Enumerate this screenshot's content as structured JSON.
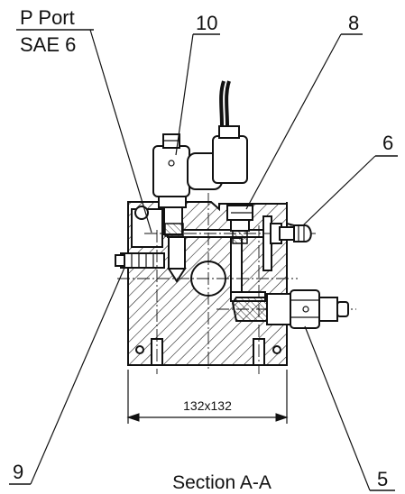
{
  "port_label": {
    "line1": "P Port",
    "line2": "SAE 6"
  },
  "balloons": {
    "item_10": "10",
    "item_8": "8",
    "item_6": "6",
    "item_9": "9",
    "item_5": "5"
  },
  "dimension": {
    "width_label": "132x132"
  },
  "section_title": "Section A-A"
}
